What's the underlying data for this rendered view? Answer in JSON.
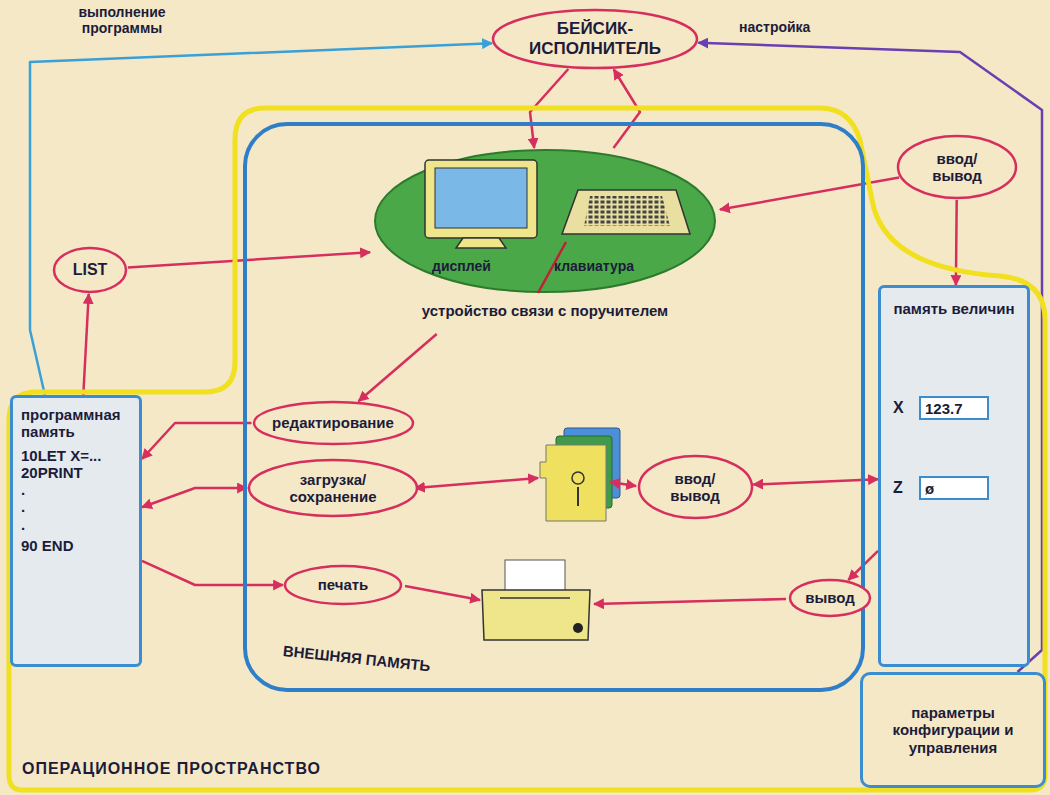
{
  "diagram": {
    "nodes": [
      {
        "text": [
          "БЕЙСИК-ИСПОЛНИТЕЛЬ"
        ]
      },
      {
        "text": [
          "LIST"
        ]
      },
      {
        "text": [
          "ввод/ вывод"
        ]
      },
      {
        "text": [
          "ОПЕРАЦИОННОЕ ПРОСТРАНСТВО"
        ]
      },
      {
        "text": [
          "ВНЕШНЯЯ ПАМЯТЬ"
        ],
        "in": 3
      },
      {
        "text": [
          "устройство связи с поручителем",
          "дисплей",
          "клавиатура"
        ],
        "in": 4
      },
      {
        "text": [
          "программная память",
          "10LET X=...",
          "20PRINT",
          ".",
          ".",
          ".",
          "90 END"
        ],
        "in": 3
      },
      {
        "text": [
          "редактирование"
        ],
        "in": 4
      },
      {
        "text": [
          "загрузка/ сохранение"
        ],
        "in": 4
      },
      {
        "text": [
          "ввод/ вывод"
        ],
        "in": 4
      },
      {
        "text": [
          "печать"
        ],
        "in": 4
      },
      {
        "text": [
          "память величин",
          "X",
          "123.7",
          "Z",
          "ø"
        ],
        "in": 3
      },
      {
        "text": [
          "вывод"
        ],
        "in": 3
      },
      {
        "text": [
          "параметры конфигурации и управления"
        ],
        "in": 3
      }
    ],
    "edges": [
      {
        "from": 6,
        "to": 0,
        "label": "выполнение программы",
        "arrow": "to"
      },
      {
        "from": 13,
        "to": 0,
        "label": "настройка",
        "arrow": "to"
      },
      {
        "from": 0,
        "to": 5,
        "arrow": "to"
      },
      {
        "from": 5,
        "to": 0,
        "arrow": "to"
      },
      {
        "from": 6,
        "to": 1,
        "arrow": "to"
      },
      {
        "from": 1,
        "to": 5,
        "arrow": "to"
      },
      {
        "from": 2,
        "to": 5,
        "arrow": "to"
      },
      {
        "from": 2,
        "to": 11,
        "arrow": "to"
      },
      {
        "from": 5,
        "to": 7,
        "arrow": "to"
      },
      {
        "from": 7,
        "to": 6,
        "arrow": "to"
      },
      {
        "from": 6,
        "to": 8,
        "arrow": "both"
      },
      {
        "from": 6,
        "to": 10,
        "arrow": "to"
      },
      {
        "from": 9,
        "to": 11,
        "arrow": "both"
      },
      {
        "from": 11,
        "to": 12,
        "arrow": "to"
      }
    ]
  }
}
